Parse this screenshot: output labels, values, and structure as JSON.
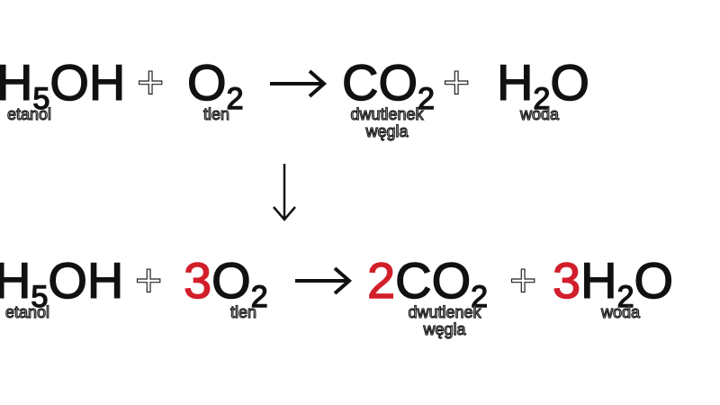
{
  "colors": {
    "ink": "#111111",
    "coef": "#d21f2b"
  },
  "row1": {
    "ethanol": {
      "formula_a": "H",
      "formula_sub": "5",
      "formula_b": "OH",
      "label": "etanol"
    },
    "plus1": "+",
    "oxygen": {
      "formula_a": "O",
      "formula_sub": "2",
      "label": "tlen"
    },
    "product1": {
      "formula_a": "CO",
      "formula_sub": "2",
      "label_line1": "dwutlenek",
      "label_line2": "węgla"
    },
    "plus2": "+",
    "product2": {
      "formula_a": "H",
      "formula_sub": "2",
      "formula_b": "O",
      "label": "woda"
    }
  },
  "row2": {
    "ethanol": {
      "formula_a": "H",
      "formula_sub": "5",
      "formula_b": "OH",
      "label": "etanol"
    },
    "plus1": "+",
    "oxygen": {
      "coef": "3",
      "formula_a": "O",
      "formula_sub": "2",
      "label": "tlen"
    },
    "product1": {
      "coef": "2",
      "formula_a": "CO",
      "formula_sub": "2",
      "label_line1": "dwutlenek",
      "label_line2": "węgla"
    },
    "plus2": "+",
    "product2": {
      "coef": "3",
      "formula_a": "H",
      "formula_sub": "2",
      "formula_b": "O",
      "label": "woda"
    }
  }
}
